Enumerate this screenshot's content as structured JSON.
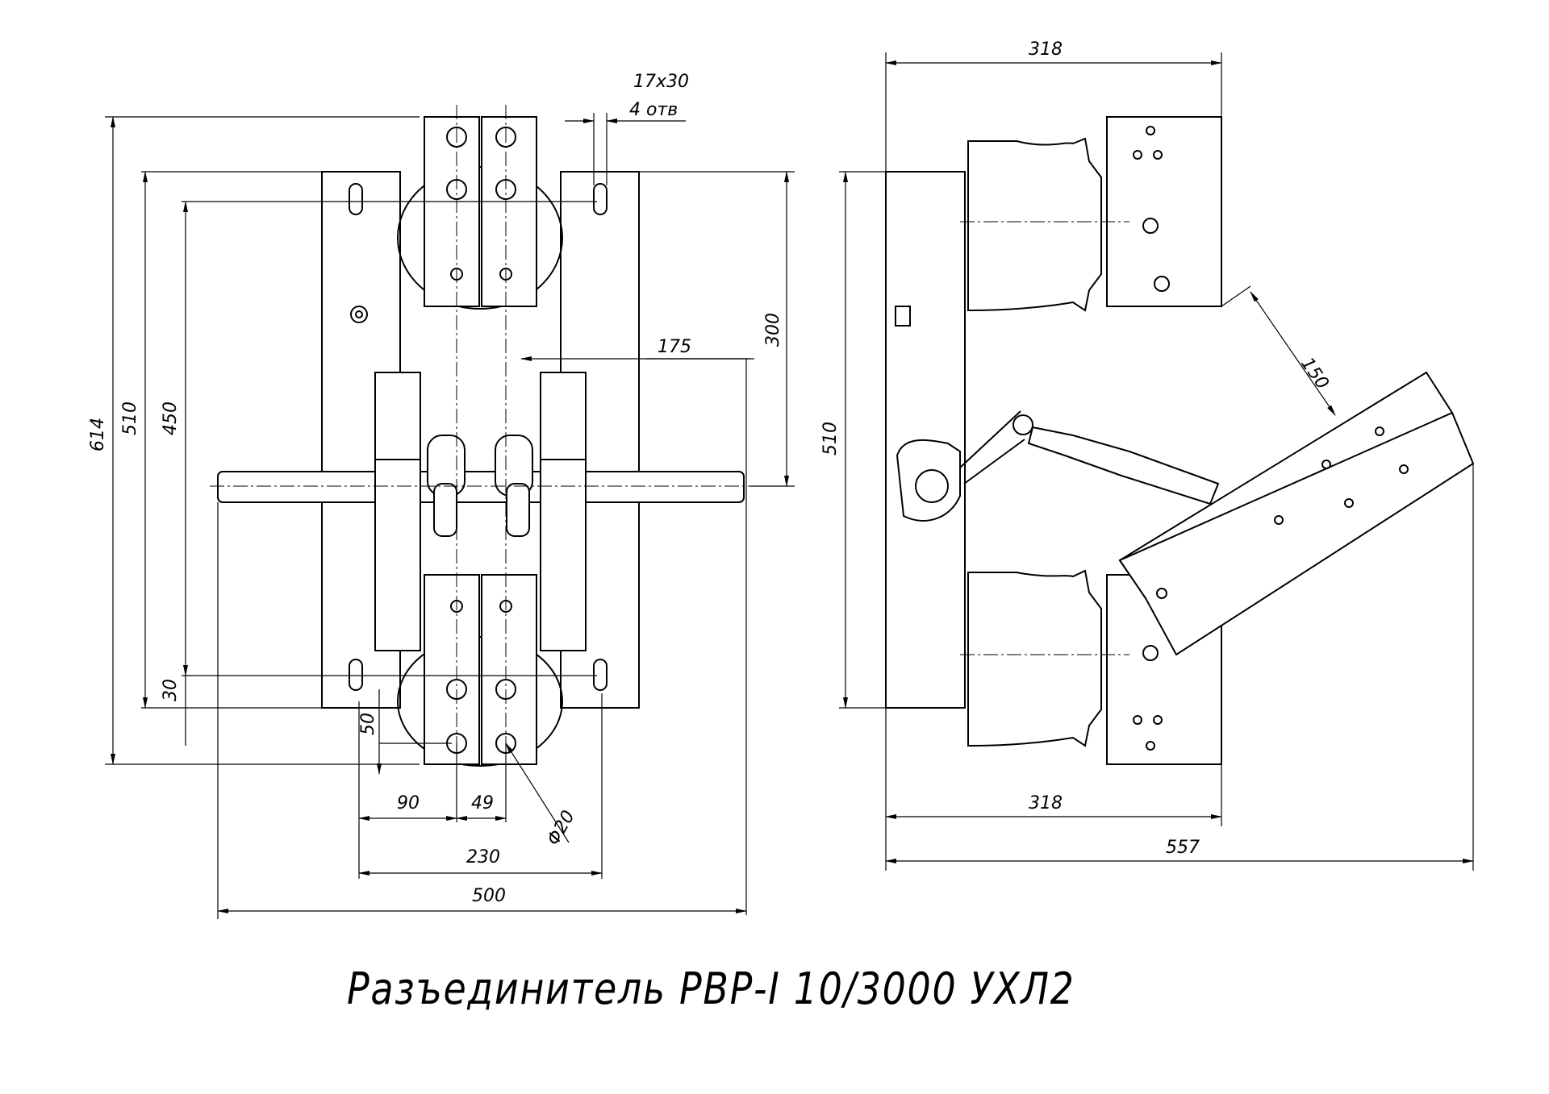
{
  "title": "Разъединитель РВР-I 10/3000 УХЛ2",
  "front_view": {
    "dimensions": {
      "d614": "614",
      "d510": "510",
      "d450": "450",
      "d30": "30",
      "d50": "50",
      "d300": "300",
      "d175": "175",
      "d90": "90",
      "d49": "49",
      "d230": "230",
      "d500": "500",
      "phi20": "Φ20",
      "slot": "17x30",
      "slot_count": "4 отв"
    }
  },
  "side_view": {
    "dimensions": {
      "top318": "318",
      "bottom318": "318",
      "d557": "557",
      "d510": "510",
      "d150": "150"
    }
  }
}
